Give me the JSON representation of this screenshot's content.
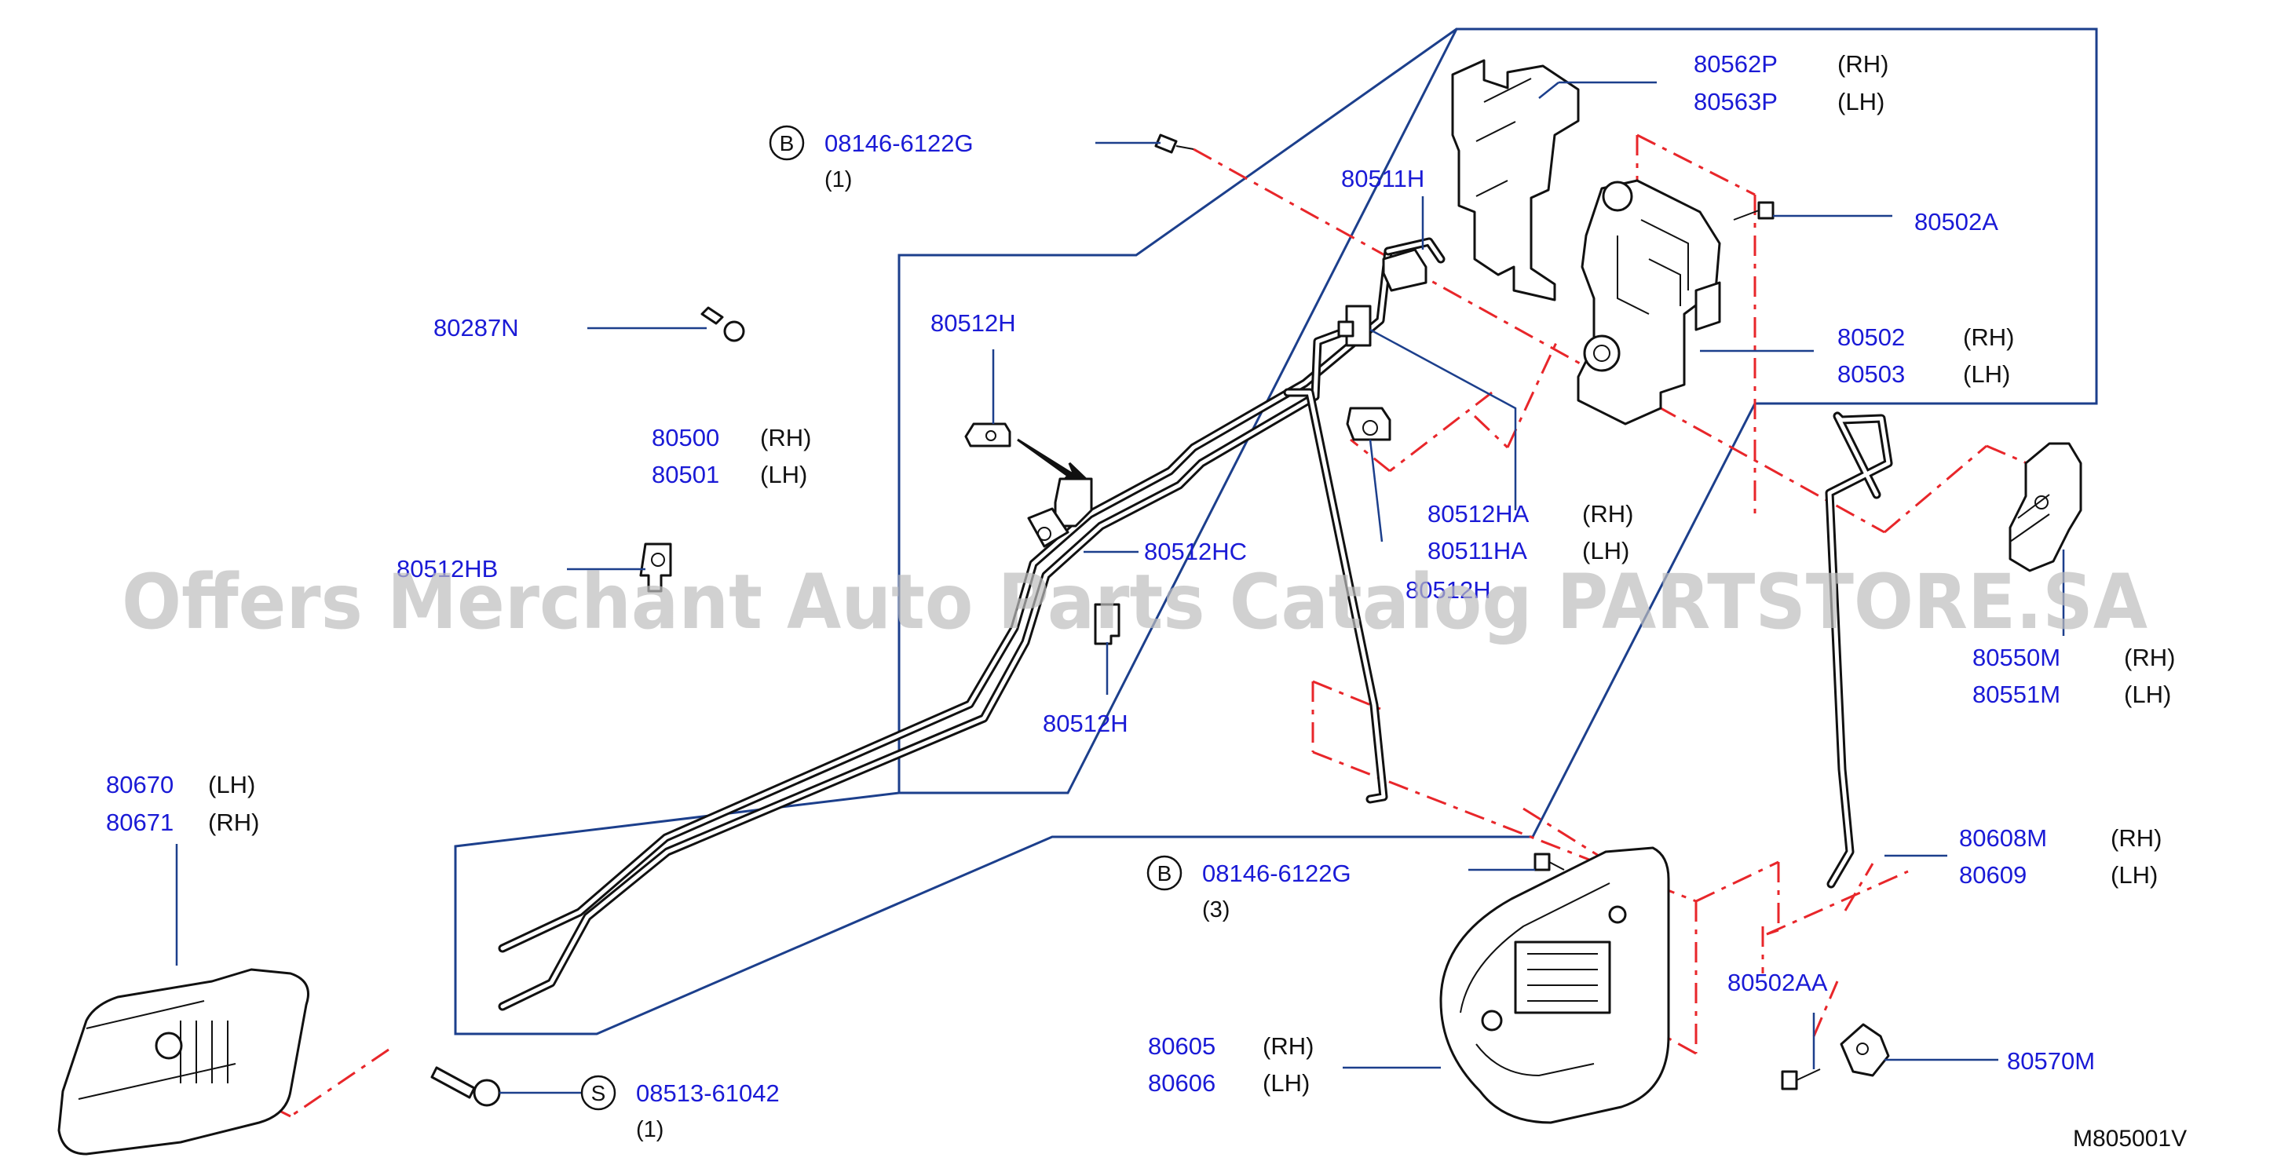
{
  "watermark": "Offers Merchant Auto Parts Catalog PARTSTORE.SA",
  "diagram_code": "M805001V",
  "callouts": [
    {
      "id": "bolt-top",
      "badge": "B",
      "number": "08146-6122G",
      "qty": "(1)"
    },
    {
      "id": "bolt-mid",
      "badge": "B",
      "number": "08146-6122G",
      "qty": "(3)"
    },
    {
      "id": "screw",
      "badge": "S",
      "number": "08513-61042",
      "qty": "(1)"
    }
  ],
  "labels": {
    "p80562P": {
      "number": "80562P",
      "side": "(RH)"
    },
    "p80563P": {
      "number": "80563P",
      "side": "(LH)"
    },
    "p80502A": {
      "number": "80502A"
    },
    "p80511H": {
      "number": "80511H"
    },
    "p80287N": {
      "number": "80287N"
    },
    "p80512H_a": {
      "number": "80512H"
    },
    "p80502": {
      "number": "80502",
      "side": "(RH)"
    },
    "p80503": {
      "number": "80503",
      "side": "(LH)"
    },
    "p80500": {
      "number": "80500",
      "side": "(RH)"
    },
    "p80501": {
      "number": "80501",
      "side": "(LH)"
    },
    "p80512HA": {
      "number": "80512HA",
      "side": "(RH)"
    },
    "p80511HA": {
      "number": "80511HA",
      "side": "(LH)"
    },
    "p80512H_partial": {
      "number": "80512H"
    },
    "p80512HB": {
      "number": "80512HB"
    },
    "p80512HC": {
      "number": "80512HC"
    },
    "p80550M": {
      "number": "80550M",
      "side": "(RH)"
    },
    "p80551M": {
      "number": "80551M",
      "side": "(LH)"
    },
    "p80512H_b": {
      "number": "80512H"
    },
    "p80670": {
      "number": "80670",
      "side": "(LH)"
    },
    "p80671": {
      "number": "80671",
      "side": "(RH)"
    },
    "p80608M": {
      "number": "80608M",
      "side": "(RH)"
    },
    "p80609": {
      "number": "80609",
      "side": "(LH)"
    },
    "p80502AA": {
      "number": "80502AA"
    },
    "p80605": {
      "number": "80605",
      "side": "(RH)"
    },
    "p80606": {
      "number": "80606",
      "side": "(LH)"
    },
    "p80570M": {
      "number": "80570M"
    }
  },
  "colors": {
    "part_number": "#1a1ad6",
    "leader": "#1c3f8c",
    "centerline": "#e8262a",
    "watermark": "#bdbdbd"
  }
}
